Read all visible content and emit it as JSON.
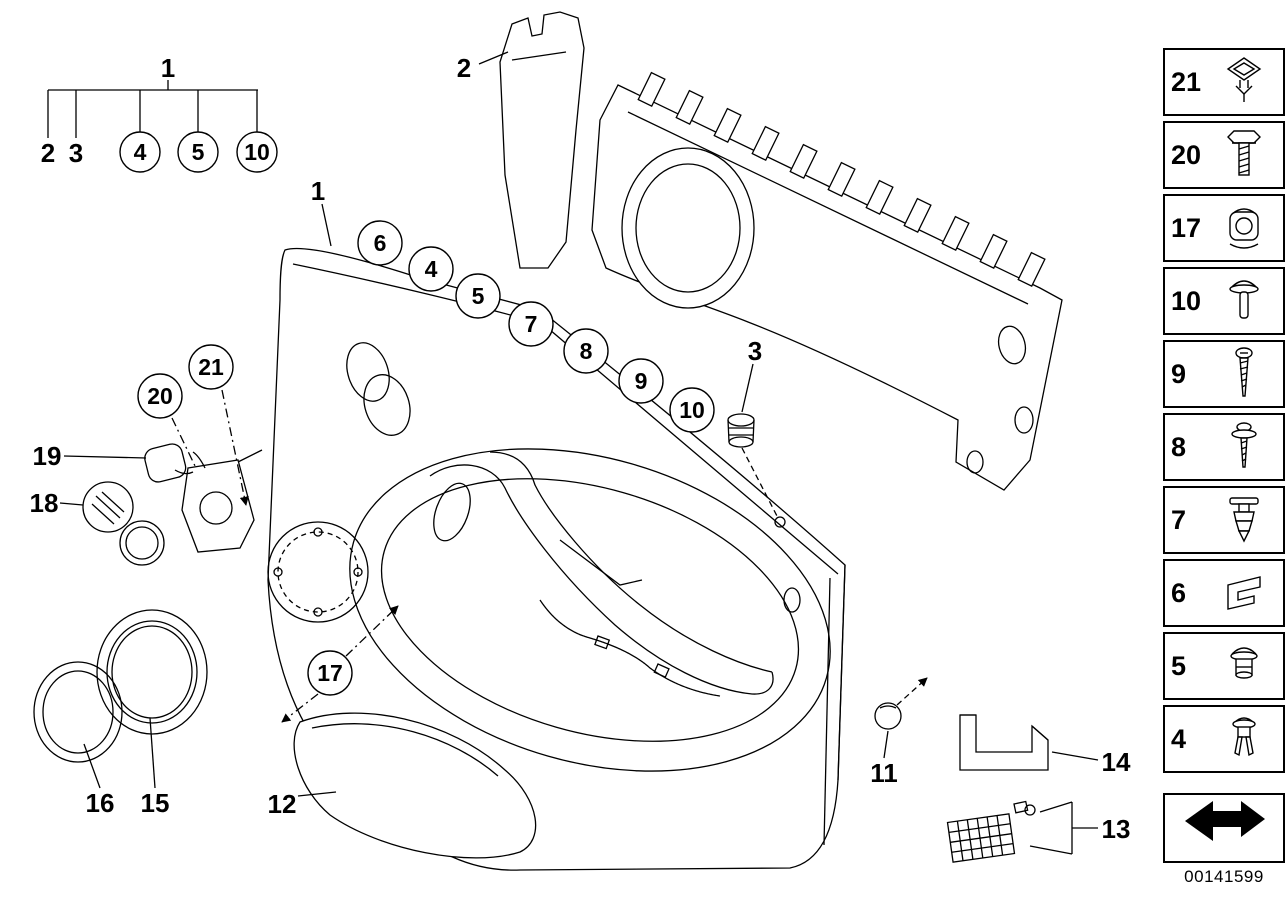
{
  "figure": {
    "code": "00141599"
  },
  "legend": {
    "root": "1",
    "plain": [
      "2",
      "3"
    ],
    "circled": [
      "4",
      "5",
      "10"
    ]
  },
  "callouts": {
    "carrier_panel": "2",
    "door_trim_panel": "1",
    "grommet": "3",
    "row": [
      "6",
      "4",
      "5",
      "7",
      "8",
      "9",
      "10"
    ],
    "clip_21": "21",
    "screw_20": "20",
    "lamp_19": "19",
    "lens_18": "18",
    "screw_17": "17",
    "ring_16": "16",
    "ring_15": "15",
    "door_pocket_12": "12",
    "plug_11": "11",
    "handle_cover_14": "14",
    "entry_lamp_13": "13"
  },
  "sidebar": {
    "items": [
      {
        "number": "21",
        "icon": "expanding-rivet-diamond-icon"
      },
      {
        "number": "20",
        "icon": "hex-bolt-icon"
      },
      {
        "number": "17",
        "icon": "cage-nut-clip-icon"
      },
      {
        "number": "10",
        "icon": "mushroom-push-pin-icon"
      },
      {
        "number": "9",
        "icon": "tapping-screw-icon"
      },
      {
        "number": "8",
        "icon": "screw-with-washer-icon"
      },
      {
        "number": "7",
        "icon": "expansion-plug-icon"
      },
      {
        "number": "6",
        "icon": "sheet-metal-clip-icon"
      },
      {
        "number": "5",
        "icon": "grommet-icon"
      },
      {
        "number": "4",
        "icon": "expanding-rivet-icon"
      }
    ]
  },
  "colors": {
    "line": "#000000",
    "background": "#ffffff"
  }
}
